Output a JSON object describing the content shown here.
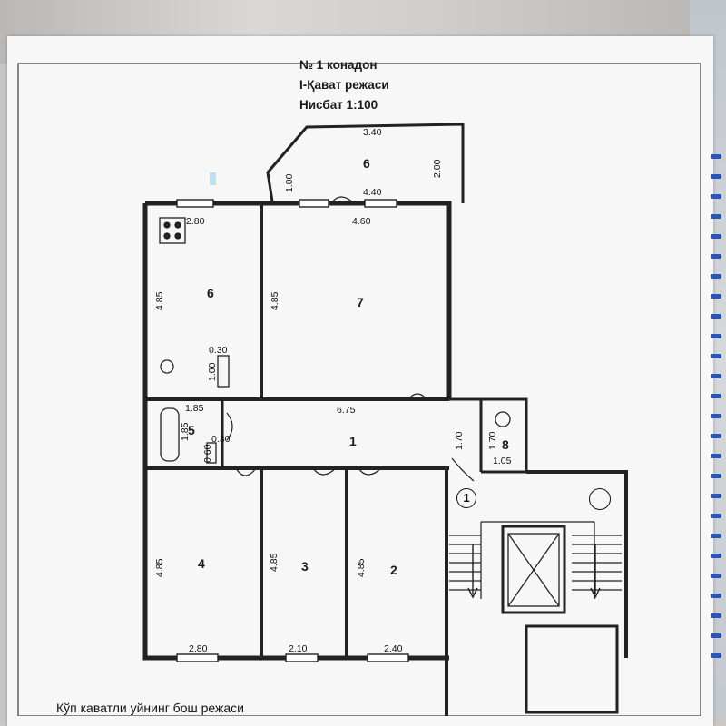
{
  "header": {
    "line1": "№ 1 конадон",
    "line2": "I-Қават режаси",
    "line3": "Нисбат 1:100"
  },
  "rooms": {
    "balcony": "6",
    "kitchen": "6",
    "living": "7",
    "bath": "5",
    "hall": "1",
    "wc": "8",
    "room4": "4",
    "room3": "3",
    "room2": "2"
  },
  "dims": {
    "balcony_width": "3.40",
    "balcony_left": "1.00",
    "balcony_right": "2.00",
    "balcony_bottom": "4.40",
    "kitchen_width": "2.80",
    "kitchen_height": "4.85",
    "kitchen_niche_w": "0.30",
    "kitchen_niche_h": "1.00",
    "living_width": "4.60",
    "living_height": "4.85",
    "bath_width": "1.85",
    "bath_height": "1.85",
    "bath_small_w": "0.30",
    "bath_small_h": "0.60",
    "hall_width": "6.75",
    "hall_height": "1.70",
    "wc_height": "1.70",
    "wc_width": "1.05",
    "room4_width": "2.80",
    "room4_height": "4.85",
    "room3_width": "2.10",
    "room3_height": "4.85",
    "room2_width": "2.40",
    "room2_height": "4.85"
  },
  "stair_label": "1",
  "footer": "Кўп каватли уйнинг бош режаси"
}
